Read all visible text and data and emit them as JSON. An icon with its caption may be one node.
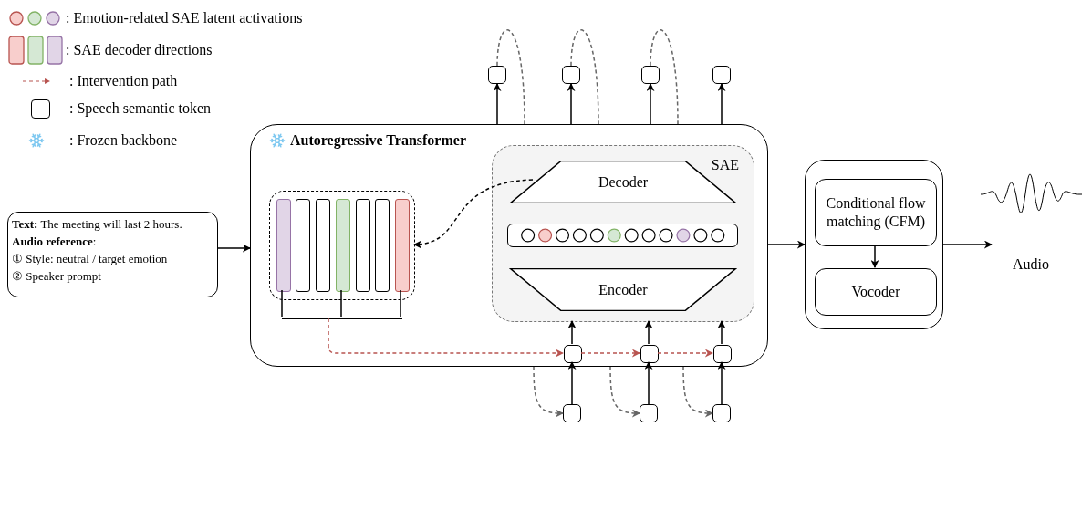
{
  "diagram": {
    "nodes": [
      {
        "text": [
          "**Text:** The meeting will last 2 hours.",
          "**Audio reference**:",
          "① Style: neutral / target emotion",
          "② Speaker prompt"
        ]
      },
      {
        "text": [
          "Autoregressive Transformer"
        ]
      },
      {
        "text": [],
        "shape": "box",
        "in": 1
      },
      {
        "text": [],
        "shape": "bar",
        "in": 2
      },
      {
        "text": [],
        "shape": "bar",
        "in": 2
      },
      {
        "text": [],
        "shape": "bar",
        "in": 2
      },
      {
        "text": [],
        "shape": "bar",
        "in": 2
      },
      {
        "text": [],
        "shape": "bar",
        "in": 2
      },
      {
        "text": [],
        "shape": "bar",
        "in": 2
      },
      {
        "text": [],
        "shape": "bar",
        "in": 2
      },
      {
        "text": [
          "SAE"
        ],
        "in": 1
      },
      {
        "text": [
          "Decoder"
        ],
        "in": 10
      },
      {
        "text": [],
        "shape": "box",
        "in": 10
      },
      {
        "text": [
          "Encoder"
        ],
        "in": 10
      },
      {
        "text": [],
        "shape": "box",
        "in": 1
      },
      {
        "text": [],
        "shape": "box",
        "in": 1
      },
      {
        "text": [],
        "shape": "box",
        "in": 1
      },
      {
        "text": [],
        "shape": "box"
      },
      {
        "text": [],
        "shape": "box"
      },
      {
        "text": [],
        "shape": "box"
      },
      {
        "text": [],
        "shape": "box"
      },
      {
        "text": [],
        "shape": "box"
      },
      {
        "text": [],
        "shape": "box"
      },
      {
        "text": [],
        "shape": "box"
      },
      {
        "text": [],
        "shape": "box"
      },
      {
        "text": [
          "Conditional flow matching (CFM)"
        ],
        "in": 24
      },
      {
        "text": [
          "Vocoder"
        ],
        "in": 24
      },
      {
        "text": [],
        "shape": "bar",
        "in": 1
      }
    ],
    "edges": [
      {
        "from": 0,
        "to": 1,
        "arrow": "to"
      },
      {
        "from": 1,
        "to": 20,
        "arrow": "to"
      },
      {
        "from": 1,
        "to": 21,
        "arrow": "to"
      },
      {
        "from": 1,
        "to": 22,
        "arrow": "to"
      },
      {
        "from": 1,
        "to": 23,
        "arrow": "to"
      },
      {
        "from": 20,
        "to": 1,
        "arrow": "none",
        "style": "dashed",
        "color": "#666666"
      },
      {
        "from": 21,
        "to": 1,
        "arrow": "none",
        "style": "dashed",
        "color": "#666666"
      },
      {
        "from": 22,
        "to": 1,
        "arrow": "none",
        "style": "dashed",
        "color": "#666666"
      },
      {
        "from": 11,
        "to": 2,
        "arrow": "to",
        "style": "dashed"
      },
      {
        "from": 14,
        "to": 10,
        "arrow": "to"
      },
      {
        "from": 15,
        "to": 10,
        "arrow": "to"
      },
      {
        "from": 16,
        "to": 10,
        "arrow": "to"
      },
      {
        "from": 17,
        "to": 14,
        "arrow": "to"
      },
      {
        "from": 18,
        "to": 15,
        "arrow": "to"
      },
      {
        "from": 19,
        "to": 16,
        "arrow": "to"
      },
      {
        "from": 1,
        "to": 17,
        "arrow": "to",
        "style": "dashed",
        "color": "#666666"
      },
      {
        "from": 1,
        "to": 18,
        "arrow": "to",
        "style": "dashed",
        "color": "#666666"
      },
      {
        "from": 1,
        "to": 19,
        "arrow": "to",
        "style": "dashed",
        "color": "#666666"
      },
      {
        "from": 27,
        "to": 14,
        "arrow": "to",
        "style": "dashed",
        "color": "#b85450"
      },
      {
        "from": 14,
        "to": 15,
        "arrow": "to",
        "style": "dashed",
        "color": "#b85450"
      },
      {
        "from": 15,
        "to": 16,
        "arrow": "to",
        "style": "dashed",
        "color": "#b85450"
      },
      {
        "from": 1,
        "to": 24,
        "arrow": "to"
      },
      {
        "from": 25,
        "to": 26,
        "arrow": "to"
      },
      {
        "from": 24,
        "to": null,
        "arrow": "to"
      },
      {
        "from": 3,
        "to": 27,
        "arrow": "none"
      },
      {
        "from": 6,
        "to": 27,
        "arrow": "none"
      },
      {
        "from": 9,
        "to": 27,
        "arrow": "none"
      }
    ],
    "labels": [
      "Audio"
    ],
    "legend": [
      {
        "text": ": Emotion-related SAE latent activations"
      },
      {
        "text": ": SAE decoder directions"
      },
      {
        "text": ": Intervention path"
      },
      {
        "text": ": Speech semantic token"
      },
      {
        "text": ": Frozen backbone"
      }
    ]
  }
}
